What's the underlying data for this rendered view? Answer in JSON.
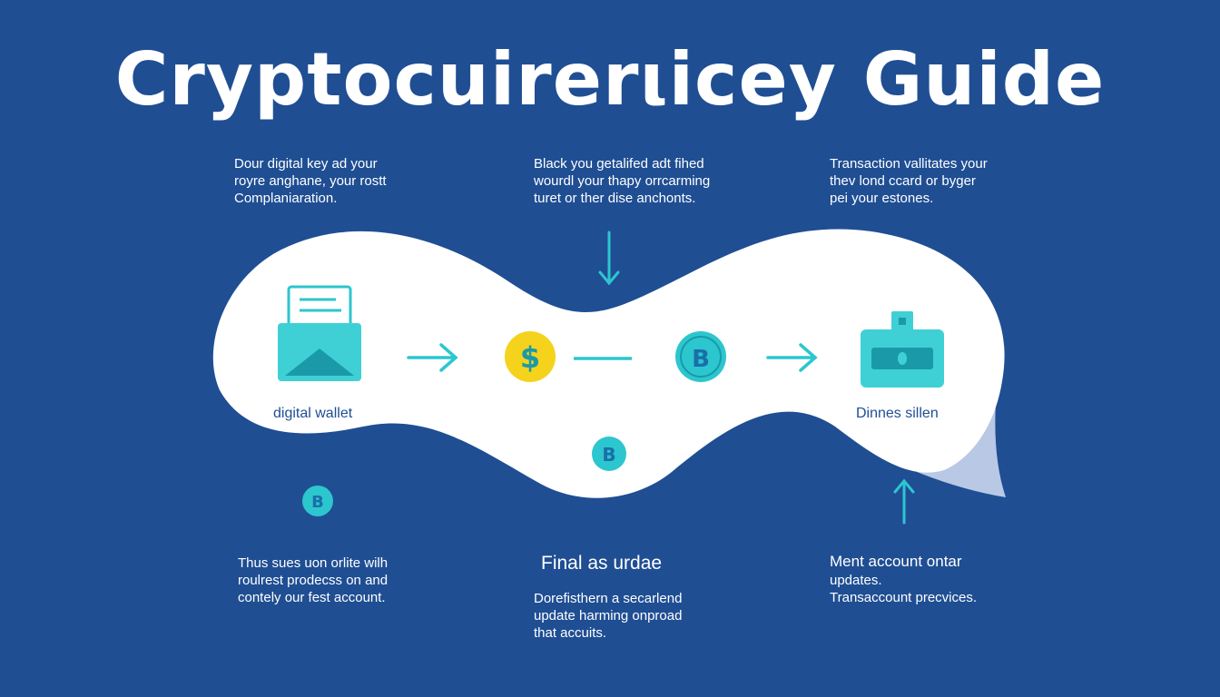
{
  "title": "Cryptocuirerιicey Guide",
  "notes": {
    "top_left": [
      "Dour digital key ad your",
      "royre anghane, your rostt",
      "Complaniaration."
    ],
    "top_center": [
      "Black you getalifed adt fihed",
      "wourdl your thapy orrcarming",
      "turet or ther dise anchonts."
    ],
    "top_right": [
      "Transaction vallitates your",
      "thev lond ccard or byger",
      "pei your estones."
    ],
    "bottom_left": [
      "Thus sues uon orlite wilh",
      "roulrest prodecss on and",
      "contely our fest account."
    ],
    "bottom_center_heading": "Final as urdae",
    "bottom_center": [
      "Dorefisthern a secarlend",
      "update harming onproad",
      "that accuits."
    ],
    "bottom_right_heading": "Ment account ontar",
    "bottom_right": [
      "updates.",
      "Transaccount precvices."
    ]
  },
  "steps": {
    "wallet_label": "digital wallet",
    "destination_label": "Dinnes sillen",
    "dollar_symbol": "$",
    "bitcoin_symbol": "B"
  },
  "colors": {
    "background": "#1f4e93",
    "panel": "#ffffff",
    "accent": "#2cc6cf",
    "coin_yellow": "#f5d21c",
    "icon_dark": "#1a9aa8"
  },
  "icons": [
    "wallet-icon",
    "dollar-coin-icon",
    "bitcoin-coin-icon",
    "card-wallet-icon",
    "arrow-right-icon",
    "arrow-down-icon",
    "arrow-up-icon"
  ]
}
